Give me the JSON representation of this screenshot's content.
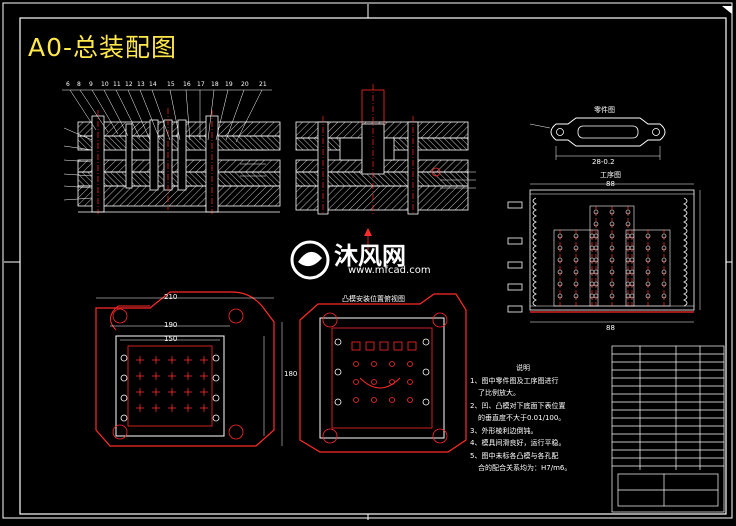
{
  "drawing": {
    "title": "A0-总装配图",
    "part_view_title": "零件图",
    "process_view_title": "工序图",
    "punch_layout_title": "凸模安装位置俯视图",
    "notes_heading": "说明",
    "notes": [
      "1、图中零件图及工序图进行",
      "了比例放大。",
      "2、凹、凸模对下底面下表位置",
      "的垂直度不大于0.01/100。",
      "3、外形棱利边倒钝。",
      "4、模具间滑良好，运行平稳。",
      "5、图中未标各凸模与各孔配",
      "合的配合关系均为：H7/m6。"
    ],
    "dim_labels": {
      "part_width": "28-0.2",
      "process_width": "88",
      "process_bottom": "88",
      "plate_width": "210",
      "plate_inner": "190",
      "plate_inner2": "150",
      "plate_side": "180"
    },
    "callout_numbers": [
      "6",
      "8",
      "9",
      "10",
      "11",
      "12",
      "13",
      "14",
      "15",
      "16",
      "17",
      "18",
      "19",
      "20",
      "21"
    ]
  },
  "watermark": {
    "brand": "沐风网",
    "url": "www.mfcad.com"
  },
  "colors": {
    "background": "#000000",
    "line": "#ffffff",
    "accent_red": "#ff2a2a",
    "title_yellow": "#ffe84a",
    "hatch": "#d0d0d0"
  }
}
